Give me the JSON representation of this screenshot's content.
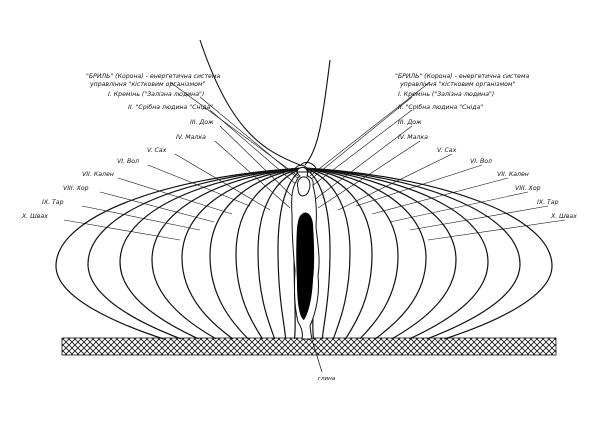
{
  "diagram": {
    "left_header": {
      "line1": "\"БРИЛЬ\" (Корона) - енергетична система",
      "line2": "управління \"кістковим організмом\""
    },
    "right_header": {
      "line1": "\"БРИЛЬ\" (Корона) - енергетична система",
      "line2": "управління \"кістковим організмом\""
    },
    "left_layers": [
      "I. Кремінь (\"Залізна людина\")",
      "II. \"Срібна людина \"Сніда\"",
      "III. Дож",
      "IV. Малка",
      "V. Сах",
      "VI. Вол",
      "VII. Кален",
      "VIII. Хор",
      "IX. Тар",
      "X. Швах"
    ],
    "right_layers": [
      "I. Кремінь (\"Залізна людина\")",
      "II. \"Срібна людина \"Сніда\"",
      "III. Дож",
      "IV. Малка",
      "V. Сах",
      "VI. Вол",
      "VII. Кален",
      "VIII. Хор",
      "IX. Тар",
      "X. Швах"
    ],
    "ground_label": "глина",
    "colors": {
      "ink": "#111111",
      "paper": "#ffffff"
    }
  }
}
